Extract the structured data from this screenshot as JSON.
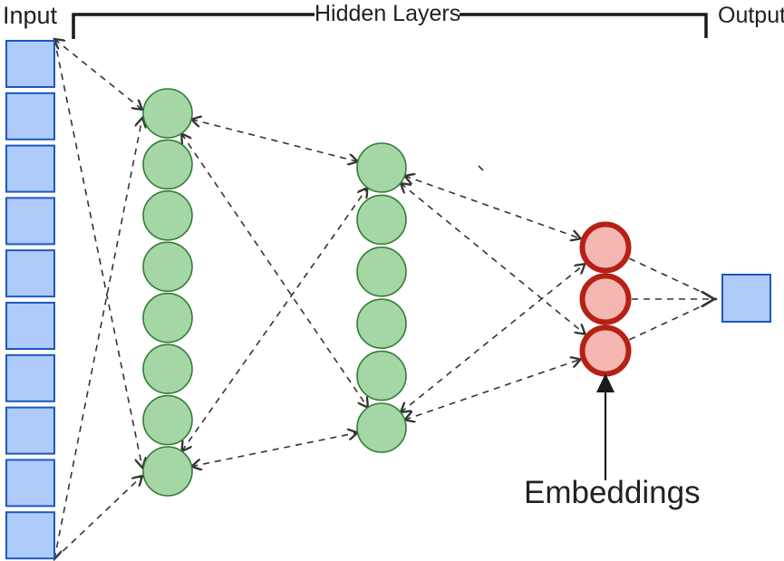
{
  "labels": {
    "input": "Input",
    "hidden_layers": "Hidden Layers",
    "output": "Output",
    "embeddings": "Embeddings"
  },
  "colors": {
    "blue_fill": "#aecbfa",
    "blue_border": "#1d56c2",
    "green_fill": "#a4d6a6",
    "green_border": "#327d36",
    "red_fill": "#f5b7b1",
    "red_border": "#b72015",
    "connector": "#333333",
    "bracket": "#1a1a1a",
    "text": "#212121"
  },
  "network": {
    "input_nodes": 10,
    "hidden_layer_1_nodes": 8,
    "hidden_layer_2_nodes": 6,
    "embedding_nodes": 3,
    "output_nodes": 1
  }
}
